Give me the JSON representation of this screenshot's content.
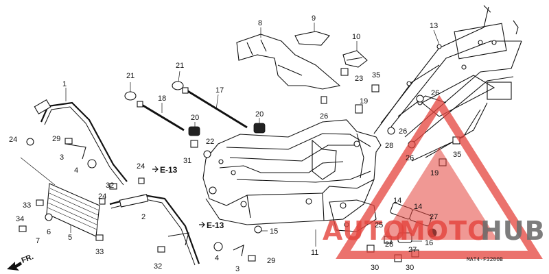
{
  "labels": {
    "p1": "1",
    "p2": "2",
    "p3a": "3",
    "p3b": "3",
    "p4a": "4",
    "p4b": "4",
    "p5": "5",
    "p6": "6",
    "p7": "7",
    "p8": "8",
    "p9": "9",
    "p10": "10",
    "p11": "11",
    "p13": "13",
    "p14a": "14",
    "p14b": "14",
    "p15": "15",
    "p16": "16",
    "p17": "17",
    "p18": "18",
    "p19a": "19",
    "p19b": "19",
    "p20a": "20",
    "p20b": "20",
    "p21a": "21",
    "p21b": "21",
    "p22": "22",
    "p23": "23",
    "p24a": "24",
    "p24b": "24",
    "p24c": "24",
    "p25": "25",
    "p26a": "26",
    "p26b": "26",
    "p26c": "26",
    "p26d": "26",
    "p27a": "27",
    "p27b": "27",
    "p28a": "28",
    "p28b": "28",
    "p29a": "29",
    "p29b": "29",
    "p30a": "30",
    "p30b": "30",
    "p31": "31",
    "p32a": "32",
    "p32b": "32",
    "p33a": "33",
    "p33b": "33",
    "p34": "34",
    "p35a": "35",
    "p35b": "35"
  },
  "refs": {
    "e13a": "E-13",
    "e13b": "E-13"
  },
  "direction": "FR.",
  "diagram_code": "MAT4-F3200B",
  "watermark": {
    "text_left": "AUTO",
    "text_mid": "MOTO",
    "text_right": "HUB",
    "color_red": "#e4433c",
    "color_gray": "#6f6f6f"
  }
}
